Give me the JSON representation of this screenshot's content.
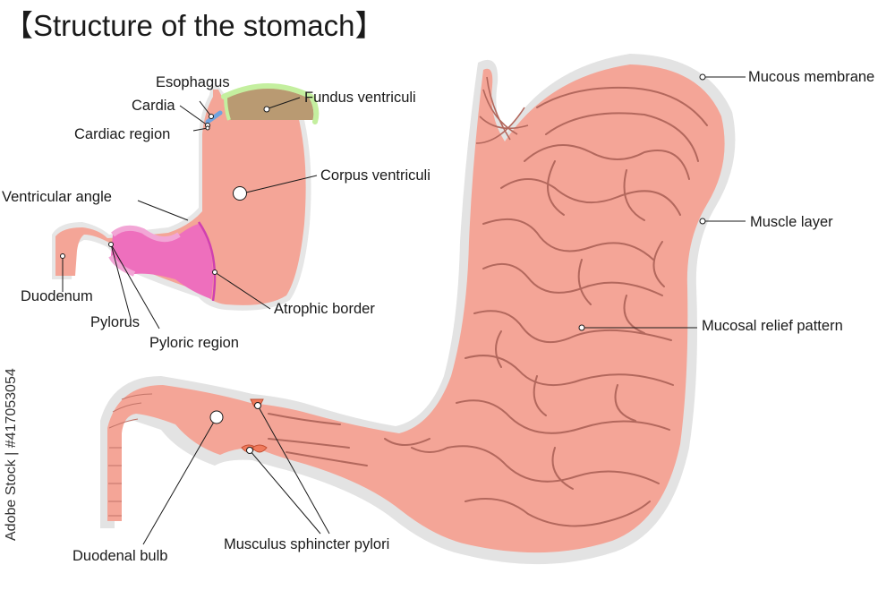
{
  "title": "【Structure of the stomach】",
  "watermark": "Adobe Stock | #417053054",
  "colors": {
    "stomach": "#f4a597",
    "outline": "#dcdcdc",
    "fold": "#b3685d",
    "fundus": "#b99a72",
    "fundus_border": "#c4ef9f",
    "pyloric": "#ee6fbd",
    "pyloric_border": "#d040b0",
    "cardia": "#6fa3df"
  },
  "labels": {
    "esophagus": "Esophagus",
    "cardia": "Cardia",
    "cardiac_region": "Cardiac region",
    "fundus_ventriculi": "Fundus ventriculi",
    "corpus_ventriculi": "Corpus ventriculi",
    "ventricular_angle": "Ventricular angle",
    "duodenum": "Duodenum",
    "pylorus": "Pylorus",
    "pyloric_region": "Pyloric region",
    "atrophic_border": "Atrophic border",
    "mucous_membrane": "Mucous membrane",
    "muscle_layer": "Muscle layer",
    "mucosal_relief_pattern": "Mucosal relief pattern",
    "duodenal_bulb": "Duodenal bulb",
    "musculus_sphincter_pylori": "Musculus sphincter pylori"
  }
}
